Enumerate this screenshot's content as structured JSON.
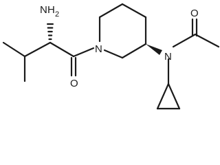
{
  "molecule": {
    "atoms": {
      "amine": {
        "element": "N",
        "hydrogens": "H",
        "count": "2"
      },
      "carbonyl_oxygen_left": {
        "element": "O"
      },
      "ring_nitrogen": {
        "element": "N"
      },
      "amide_nitrogen": {
        "element": "N"
      },
      "carbonyl_oxygen_right": {
        "element": "O"
      }
    },
    "stereo_bonds": [
      "wedge-hash",
      "wedge-bold"
    ],
    "colors": {
      "bond": "#1a1a1a",
      "background": "#ffffff"
    }
  }
}
